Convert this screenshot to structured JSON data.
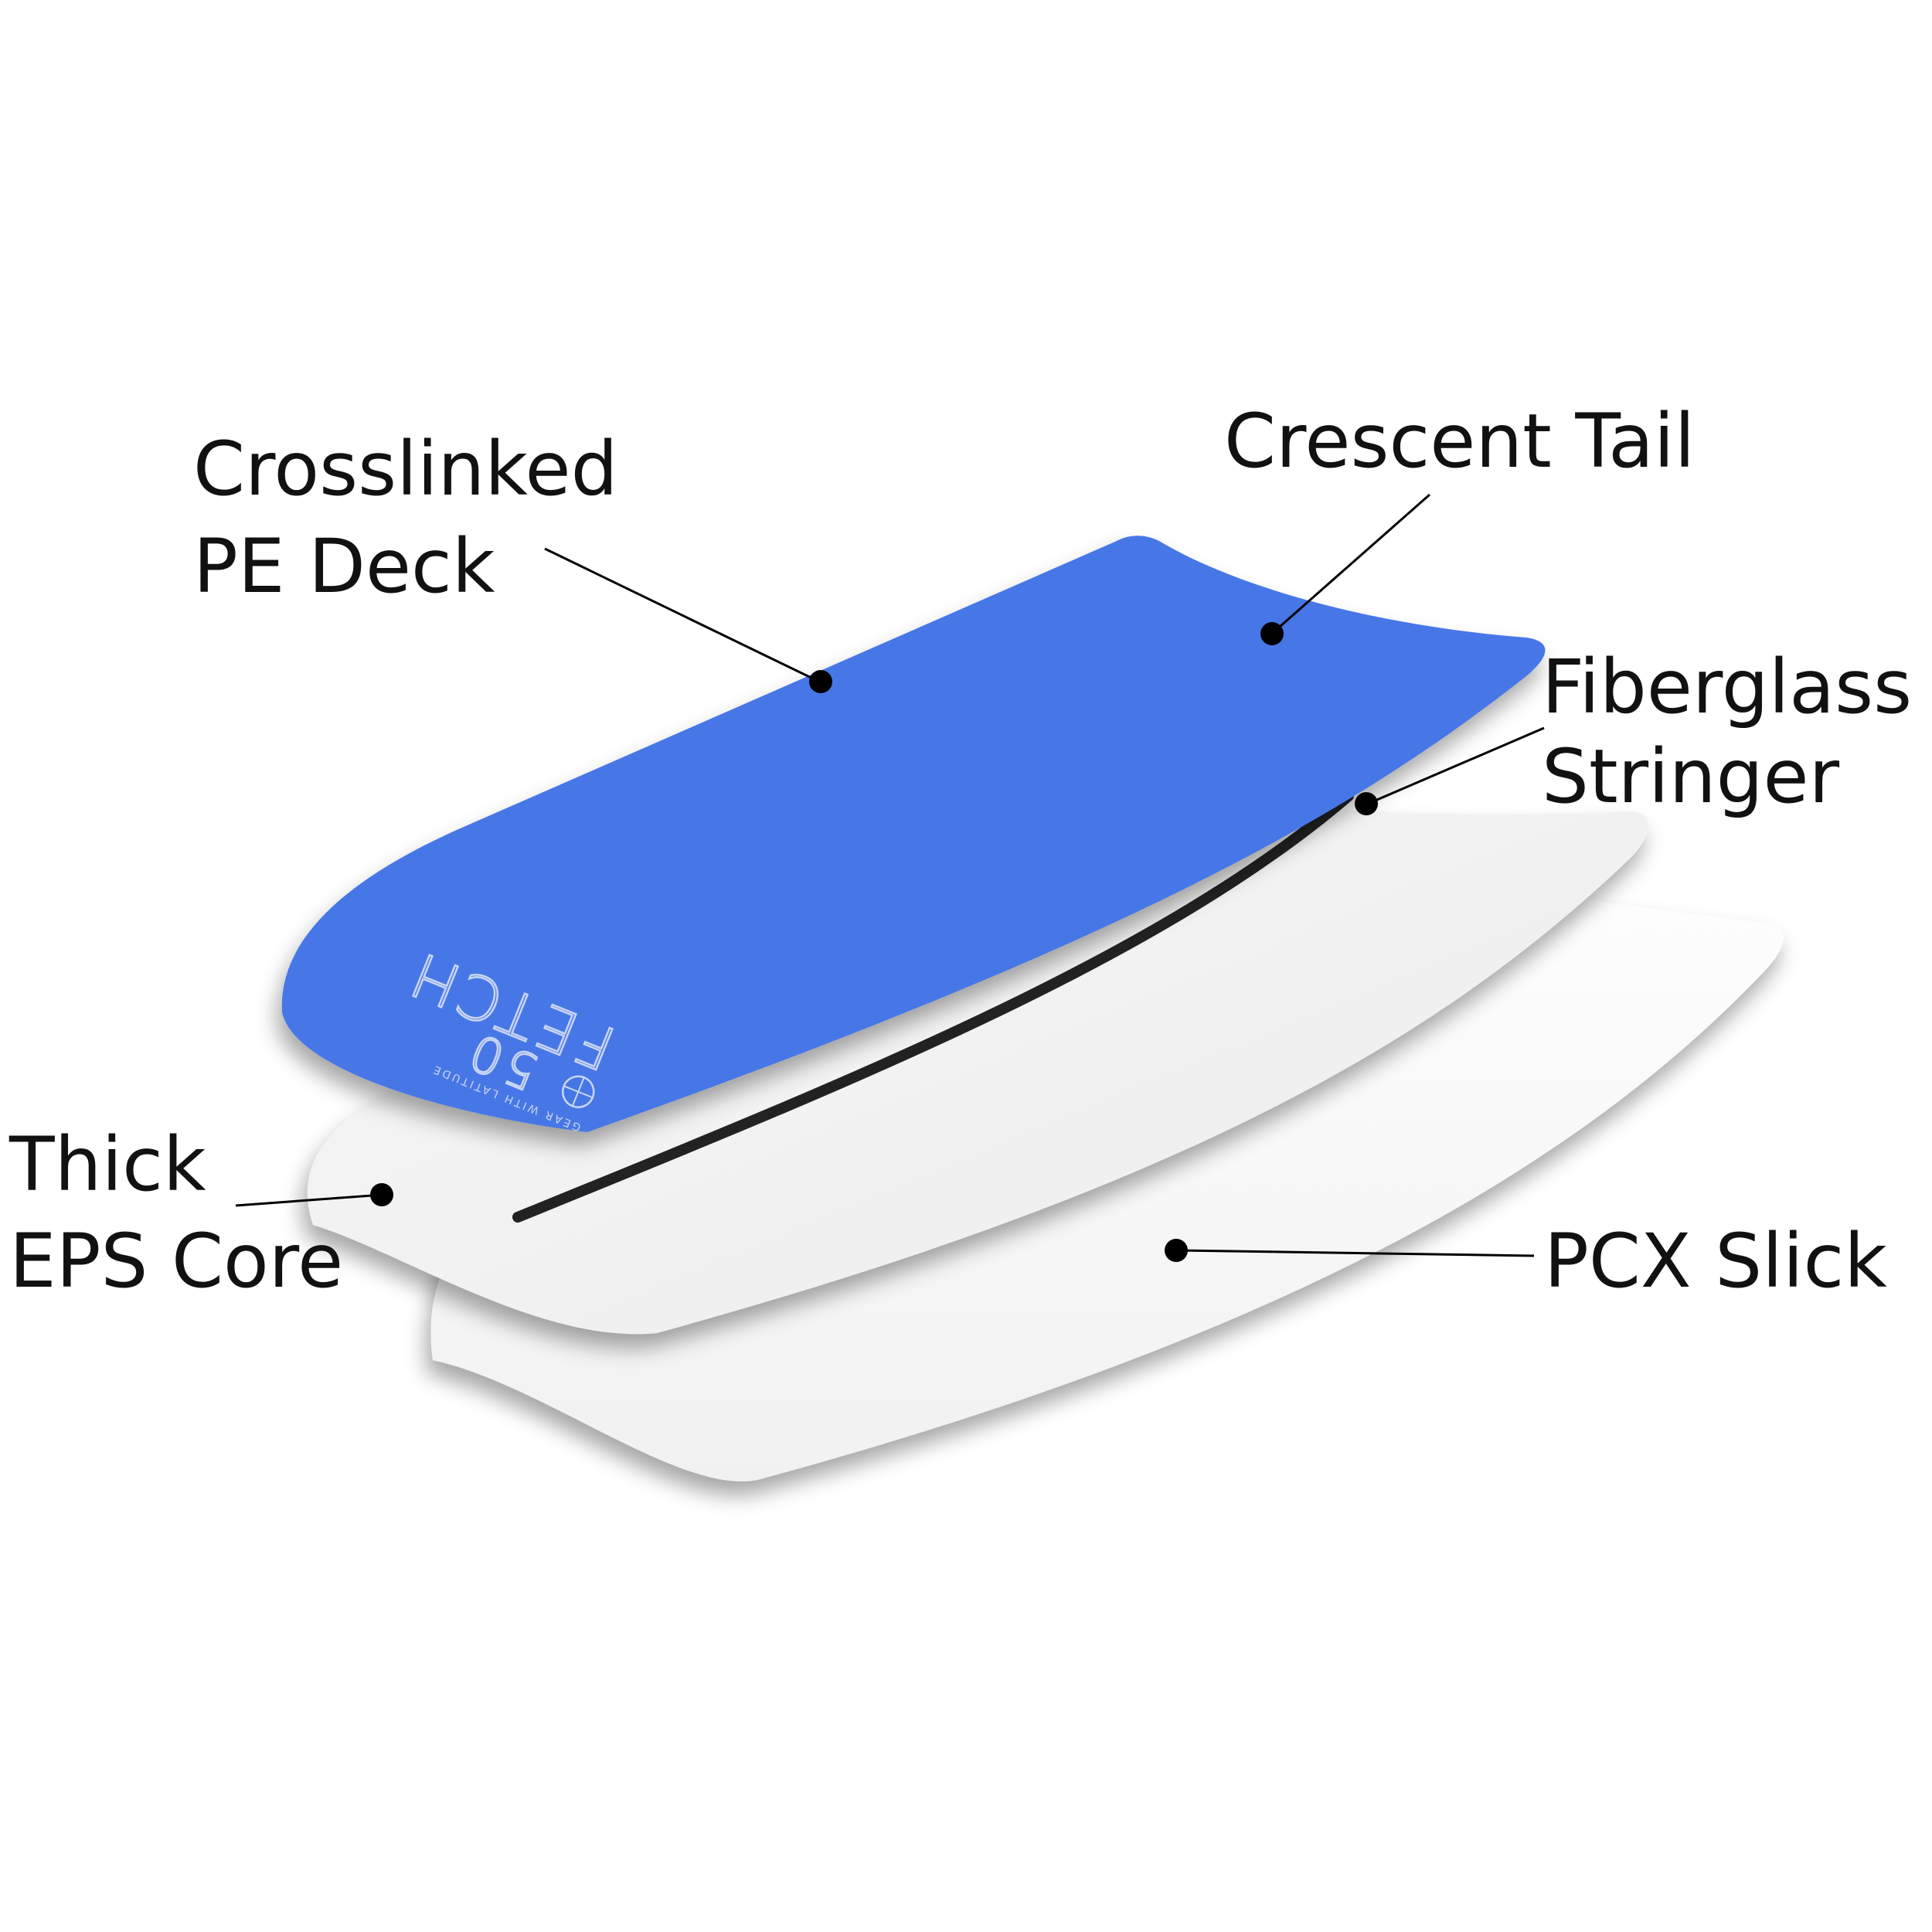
{
  "labels": {
    "deck": [
      "Crosslinked",
      "PE Deck"
    ],
    "tail": [
      "Crescent Tail"
    ],
    "stringer": [
      "Fiberglass",
      "Stringer"
    ],
    "core": [
      "Thick",
      "EPS Core"
    ],
    "slick": [
      "PCX Slick"
    ]
  },
  "brand": {
    "name": "FETCH",
    "size": "50",
    "tagline": "GEAR WITH LATITUDE"
  },
  "colors": {
    "deck": "#4677e6",
    "core": "#f3f3f3",
    "slick": "#f8f8f8",
    "stringer": "#222222",
    "text": "#111111",
    "leader": "#000000"
  }
}
